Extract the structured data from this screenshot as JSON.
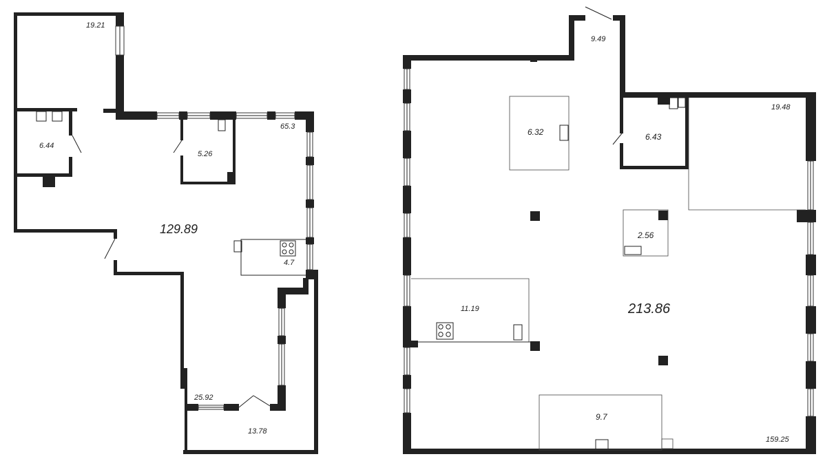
{
  "left_plan": {
    "areas": {
      "room_top": "19.21",
      "room_small_left": "6.44",
      "room_bath": "5.26",
      "corner_area": "65.3",
      "main_area": "129.89",
      "kitchen_area": "4.7",
      "south_wing": "25.92",
      "terrace": "13.78"
    }
  },
  "right_plan": {
    "areas": {
      "entrance": "9.49",
      "bath_block": "6.32",
      "wc": "6.43",
      "room_right": "19.48",
      "storage": "2.56",
      "main_area": "213.86",
      "kitchen": "11.19",
      "bottom_room": "9.7",
      "corner_area": "159.25"
    }
  },
  "icons": [
    "stove-icon",
    "sink-icon",
    "door-swing-icon",
    "window-icon"
  ]
}
